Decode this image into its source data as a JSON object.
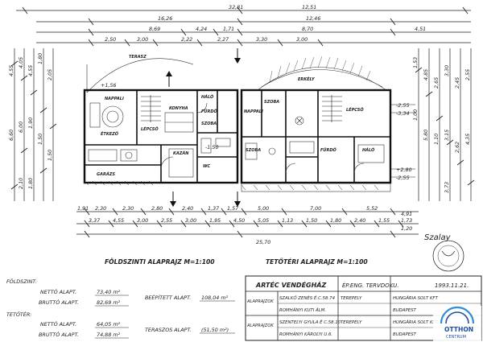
{
  "top_dimensions": {
    "overall": "32,81",
    "left_total": "16,26",
    "right_total": "12,51",
    "right_total_2": "12,46",
    "row3": [
      "8,69",
      "4,24",
      "1,71",
      "8,70",
      "4,51"
    ],
    "row4": [
      "2,50",
      "3,00",
      "2,22",
      "2,27",
      "3,30",
      "3,00"
    ]
  },
  "left_dimensions": [
    "4,55",
    "4,05",
    "4,55",
    "1,80",
    "1,90",
    "2,05",
    "1,50",
    "1,50",
    "2,10",
    "6,60",
    "6,00",
    "1,80"
  ],
  "right_dimensions": [
    "1,53",
    "4,85",
    "2,65",
    "3,30",
    "2,45",
    "2,55",
    "1,00",
    "5,80",
    "1,10",
    "3,15",
    "2,62",
    "4,35",
    "3,73"
  ],
  "bottom_dimensions": {
    "row1": [
      "1,91",
      "2,30",
      "2,30",
      "2,80",
      "2,40",
      "1,37",
      "1,57",
      "5,00",
      "7,00",
      "5,52"
    ],
    "row2": [
      "3,37",
      "4,55",
      "3,00",
      "2,55",
      "3,00",
      "1,95",
      "4,50",
      "5,05",
      "1,13",
      "1,50",
      "1,80",
      "2,40",
      "1,55",
      "1,73",
      "4,91",
      "1,20"
    ],
    "overall": "25,70"
  },
  "level_marks": [
    "+1,56",
    "-1,50",
    "-2,55",
    "-3,34",
    "+2,80",
    "-2,55"
  ],
  "plan_titles": {
    "left": "FÖLDSZINTI ALAPRAJZ M=1:100",
    "right": "TETŐTÉRI ALAPRAJZ M=1:100"
  },
  "rooms": [
    {
      "label": "TERASZ"
    },
    {
      "label": "NAPPALI"
    },
    {
      "label": "KONYHA"
    },
    {
      "label": "ÉTKEZŐ"
    },
    {
      "label": "HÁLÓ"
    },
    {
      "label": "FÜRDŐ"
    },
    {
      "label": "SZOBA"
    },
    {
      "label": "LÉPCSŐ"
    },
    {
      "label": "WC"
    },
    {
      "label": "KAZÁN"
    },
    {
      "label": "GARÁZS"
    },
    {
      "label": "NAPPALI"
    },
    {
      "label": "LÉPCSŐ"
    },
    {
      "label": "SZOBA"
    },
    {
      "label": "SZOBA"
    },
    {
      "label": "FÜRDŐ"
    },
    {
      "label": "HÁLÓ"
    },
    {
      "label": "ERKÉLY"
    }
  ],
  "area_summary": {
    "ground_heading": "FÖLDSZINT:",
    "ground_net_label": "NETTÓ ALAPT.",
    "ground_net_value": "73,40 m²",
    "ground_gross_label": "BRUTTÓ ALAPT.",
    "ground_gross_value": "82,69 m²",
    "built_label": "BEÉPÍTETT ALAPT.",
    "built_value": "108,04 m²",
    "attic_heading": "TETŐTÉR:",
    "attic_net_label": "NETTÓ ALAPT.",
    "attic_net_value": "64,05 m²",
    "attic_gross_label": "BRUTTÓ ALAPT.",
    "attic_gross_value": "74,88 m²",
    "terrace_label": "TERASZOS ALAPT.",
    "terrace_value": "(51,50 m²)"
  },
  "title_block": {
    "project": "ARTÉC VENDÉGHÁZ",
    "stage": "ÉP.ENG. TERVDOKU.",
    "date": "1993.11.21.",
    "row2_label": "ALAPRAJZOK",
    "row2_designer": "SZALKŐ ZENÉS É.C.58.74",
    "row2_address": "ROMHÁNYI KUTI ÁLM.",
    "row2_firm": "HUNGÁRIA SOLT KFT",
    "row2_place": "TEREPELY",
    "row2_city": "BUDAPEST",
    "row3_label": "ALAPRAJZOK",
    "row3_designer": "SZENTELYI GYULA É C.58.10",
    "row3_address": "ROMHÁNYI KÁROLYI U.6.",
    "row3_firm": "HUNGÁRIA SOLT KFT",
    "row3_place": "TEREPELY",
    "row3_city": "BUDAPEST"
  },
  "signature": "Szalay",
  "watermark": {
    "line1": "OTTHON",
    "line2": "CENTRUM"
  },
  "colors": {
    "ink": "#222222",
    "logo_blue": "#1f4e9e",
    "logo_ring": "#2f8fd8"
  }
}
